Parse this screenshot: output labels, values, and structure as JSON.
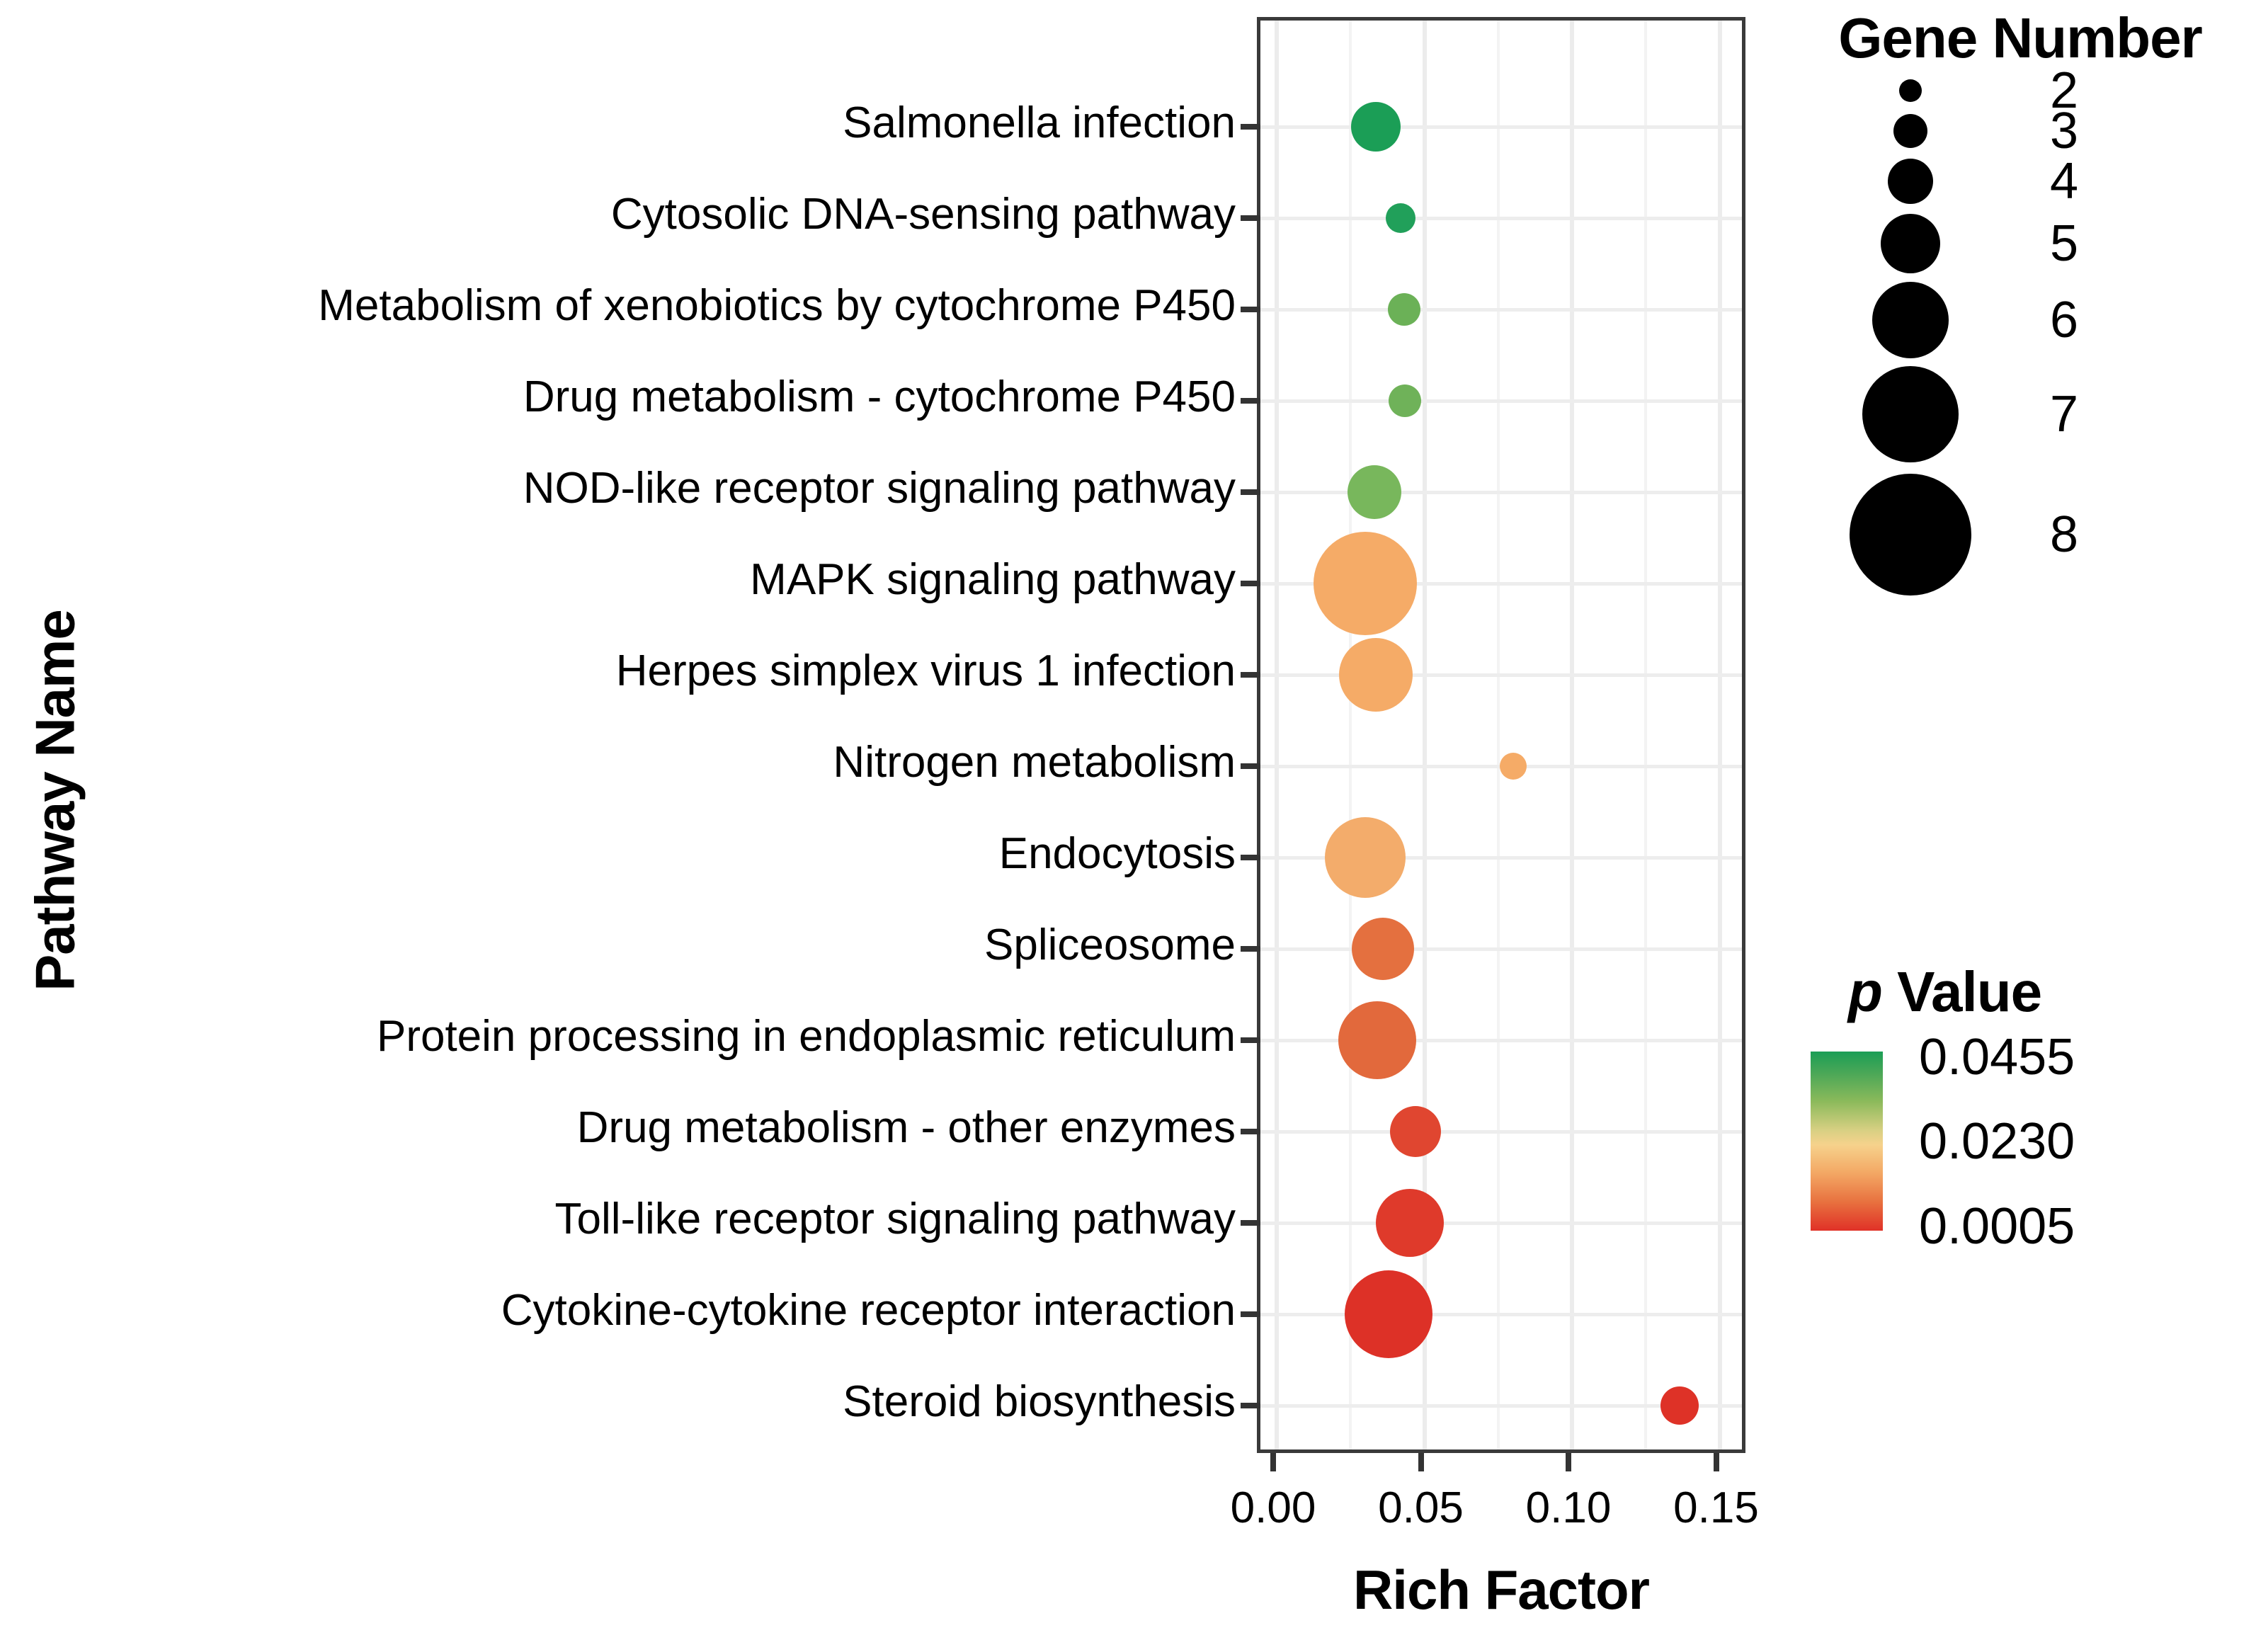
{
  "chart_data": {
    "type": "scatter",
    "title": "",
    "xlabel": "Rich Factor",
    "ylabel": "Pathway Name",
    "xlim": [
      -0.012,
      0.1645
    ],
    "xticks": [
      0.0,
      0.05,
      0.1,
      0.15
    ],
    "xticklabels": [
      "0.00",
      "0.05",
      "0.10",
      "0.15"
    ],
    "grid": true,
    "size_legend": {
      "title": "Gene Number",
      "values": [
        2,
        3,
        4,
        5,
        6,
        7,
        8
      ],
      "labels": [
        "2",
        "3",
        "4",
        "5",
        "6",
        "7",
        "8"
      ]
    },
    "color_legend": {
      "title_italic": "p",
      "title_rest": " Value",
      "ticks": [
        0.0455,
        0.023,
        0.0005
      ],
      "ticklabels": [
        "0.0455",
        "0.0230",
        "0.0005"
      ],
      "high_color": "#1b9e56",
      "mid_color": "#f6d28c",
      "low_color": "#e03127"
    },
    "categories": [
      "Salmonella infection",
      "Cytosolic DNA-sensing pathway",
      "Metabolism of xenobiotics by cytochrome P450",
      "Drug metabolism - cytochrome P450",
      "NOD-like receptor signaling pathway",
      "MAPK signaling pathway",
      "Herpes simplex virus 1 infection",
      "Nitrogen metabolism",
      "Endocytosis",
      "Spliceosome",
      "Protein processing in endoplasmic reticulum",
      "Drug metabolism - other enzymes",
      "Toll-like receptor signaling pathway",
      "Cytokine-cytokine receptor interaction",
      "Steroid biosynthesis"
    ],
    "points": [
      {
        "pathway": "Salmonella infection",
        "rich_factor": 0.0335,
        "gene_number": 5,
        "p_value": 0.045,
        "color": "#1b9e56",
        "radius_px": 35
      },
      {
        "pathway": "Cytosolic DNA-sensing pathway",
        "rich_factor": 0.042,
        "gene_number": 2,
        "p_value": 0.045,
        "color": "#21a05a",
        "radius_px": 21
      },
      {
        "pathway": "Metabolism of xenobiotics by cytochrome P450",
        "rich_factor": 0.0432,
        "gene_number": 2,
        "p_value": 0.039,
        "color": "#6bb157",
        "radius_px": 23
      },
      {
        "pathway": "Drug metabolism - cytochrome P450",
        "rich_factor": 0.0434,
        "gene_number": 2,
        "p_value": 0.038,
        "color": "#6fb259",
        "radius_px": 23
      },
      {
        "pathway": "NOD-like receptor signaling pathway",
        "rich_factor": 0.033,
        "gene_number": 3,
        "p_value": 0.0355,
        "color": "#78b75c",
        "radius_px": 38
      },
      {
        "pathway": "MAPK signaling pathway",
        "rich_factor": 0.03,
        "gene_number": 8,
        "p_value": 0.0235,
        "color": "#f5ab67",
        "radius_px": 73
      },
      {
        "pathway": "Herpes simplex virus 1 infection",
        "rich_factor": 0.0335,
        "gene_number": 7,
        "p_value": 0.0235,
        "color": "#f5ab67",
        "radius_px": 52
      },
      {
        "pathway": "Nitrogen metabolism",
        "rich_factor": 0.08,
        "gene_number": 2,
        "p_value": 0.023,
        "color": "#f5ab67",
        "radius_px": 19
      },
      {
        "pathway": "Endocytosis",
        "rich_factor": 0.03,
        "gene_number": 7,
        "p_value": 0.0225,
        "color": "#f3ac6b",
        "radius_px": 57
      },
      {
        "pathway": "Spliceosome",
        "rich_factor": 0.036,
        "gene_number": 5,
        "p_value": 0.0105,
        "color": "#e4703f",
        "radius_px": 44
      },
      {
        "pathway": "Protein processing in endoplasmic reticulum",
        "rich_factor": 0.034,
        "gene_number": 6,
        "p_value": 0.01,
        "color": "#e2693c",
        "radius_px": 55
      },
      {
        "pathway": "Drug metabolism - other enzymes",
        "rich_factor": 0.047,
        "gene_number": 4,
        "p_value": 0.0045,
        "color": "#e04630",
        "radius_px": 36
      },
      {
        "pathway": "Toll-like receptor signaling pathway",
        "rich_factor": 0.045,
        "gene_number": 5,
        "p_value": 0.0025,
        "color": "#df3a2b",
        "radius_px": 48
      },
      {
        "pathway": "Cytokine-cytokine receptor interaction",
        "rich_factor": 0.038,
        "gene_number": 8,
        "p_value": 0.0005,
        "color": "#dd3127",
        "radius_px": 62
      },
      {
        "pathway": "Steroid biosynthesis",
        "rich_factor": 0.1365,
        "gene_number": 3,
        "p_value": 0.001,
        "color": "#de3227",
        "radius_px": 27
      }
    ]
  }
}
